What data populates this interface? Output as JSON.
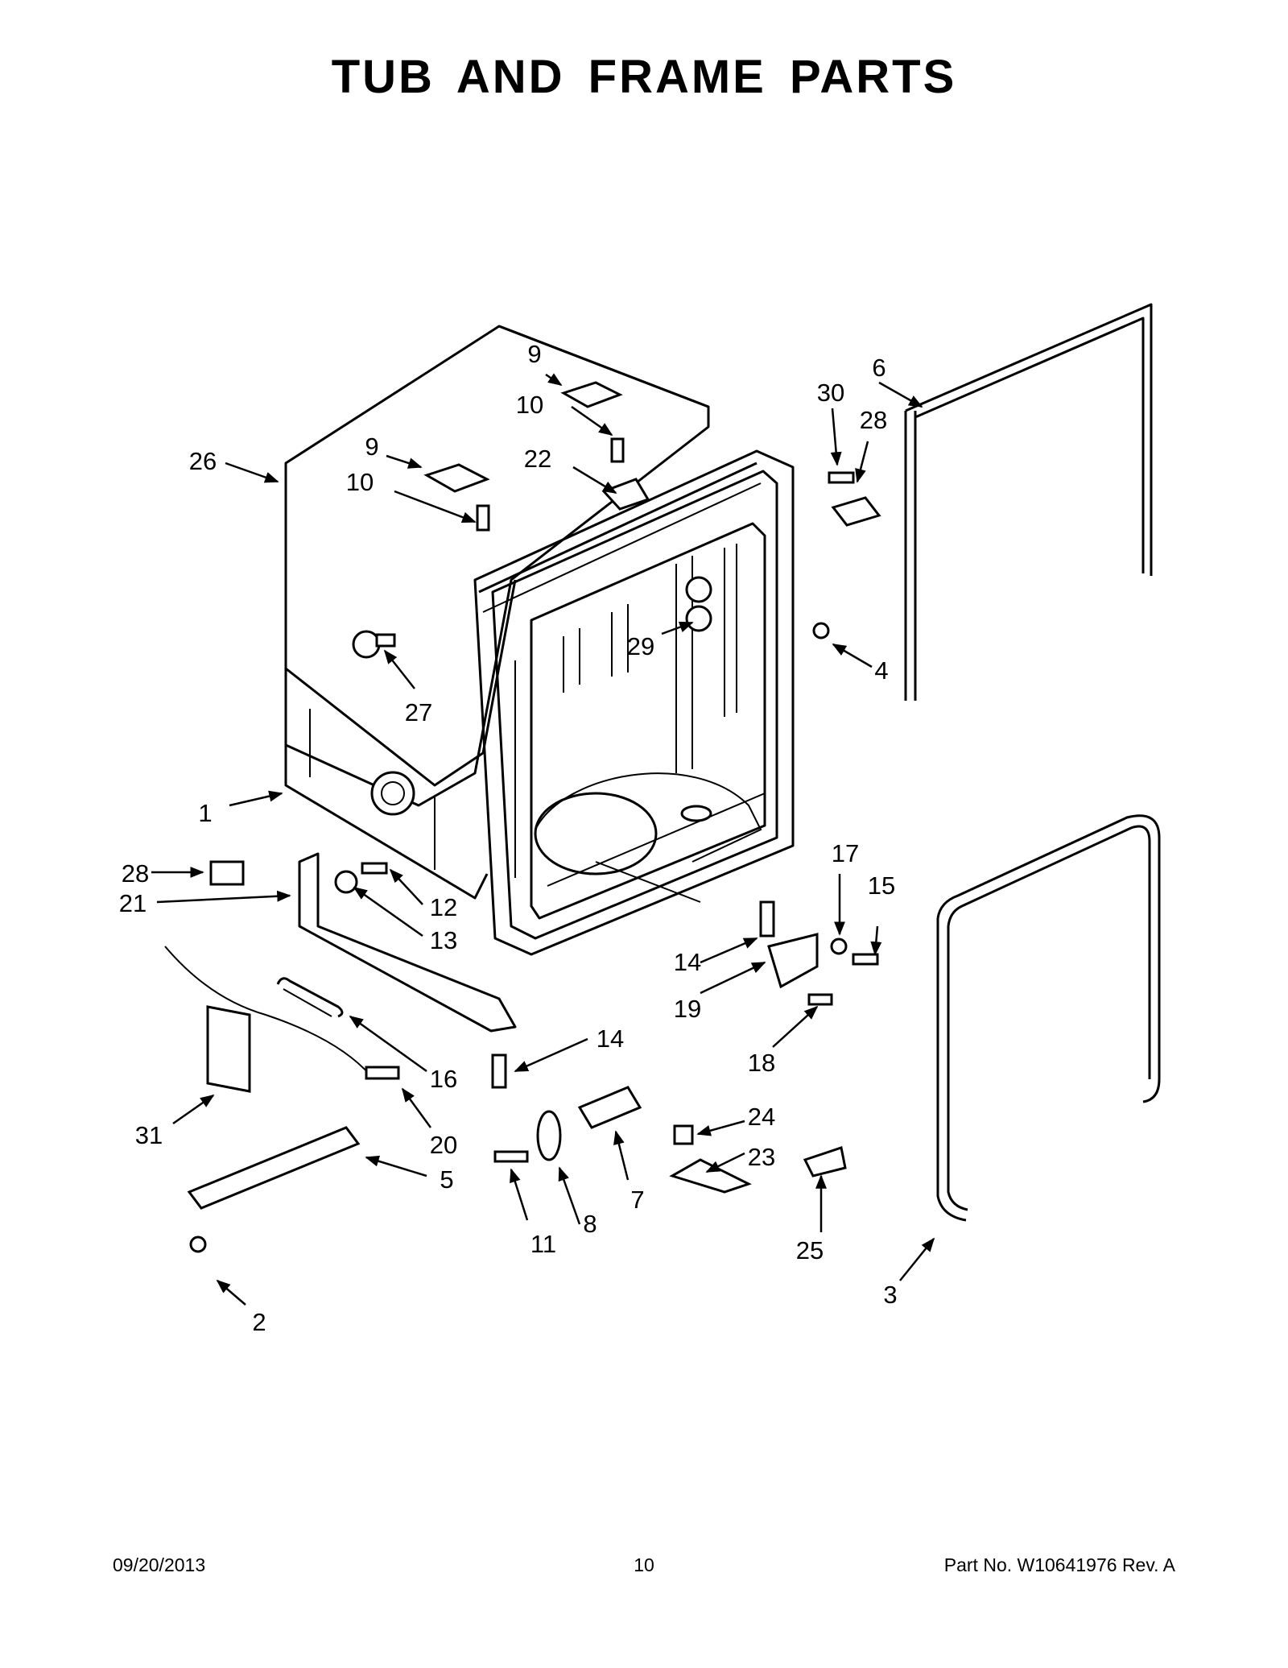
{
  "title": "TUB AND FRAME PARTS",
  "footer": {
    "date": "09/20/2013",
    "page": "10",
    "part_no": "Part No.  W10641976  Rev.  A"
  },
  "callouts": [
    {
      "label": "1"
    },
    {
      "label": "2"
    },
    {
      "label": "3"
    },
    {
      "label": "4"
    },
    {
      "label": "5"
    },
    {
      "label": "6"
    },
    {
      "label": "7"
    },
    {
      "label": "8"
    },
    {
      "label": "9"
    },
    {
      "label": "9"
    },
    {
      "label": "10"
    },
    {
      "label": "10"
    },
    {
      "label": "11"
    },
    {
      "label": "12"
    },
    {
      "label": "13"
    },
    {
      "label": "14"
    },
    {
      "label": "14"
    },
    {
      "label": "15"
    },
    {
      "label": "16"
    },
    {
      "label": "17"
    },
    {
      "label": "18"
    },
    {
      "label": "19"
    },
    {
      "label": "20"
    },
    {
      "label": "21"
    },
    {
      "label": "22"
    },
    {
      "label": "23"
    },
    {
      "label": "24"
    },
    {
      "label": "25"
    },
    {
      "label": "26"
    },
    {
      "label": "27"
    },
    {
      "label": "28"
    },
    {
      "label": "28"
    },
    {
      "label": "29"
    },
    {
      "label": "30"
    },
    {
      "label": "31"
    }
  ]
}
